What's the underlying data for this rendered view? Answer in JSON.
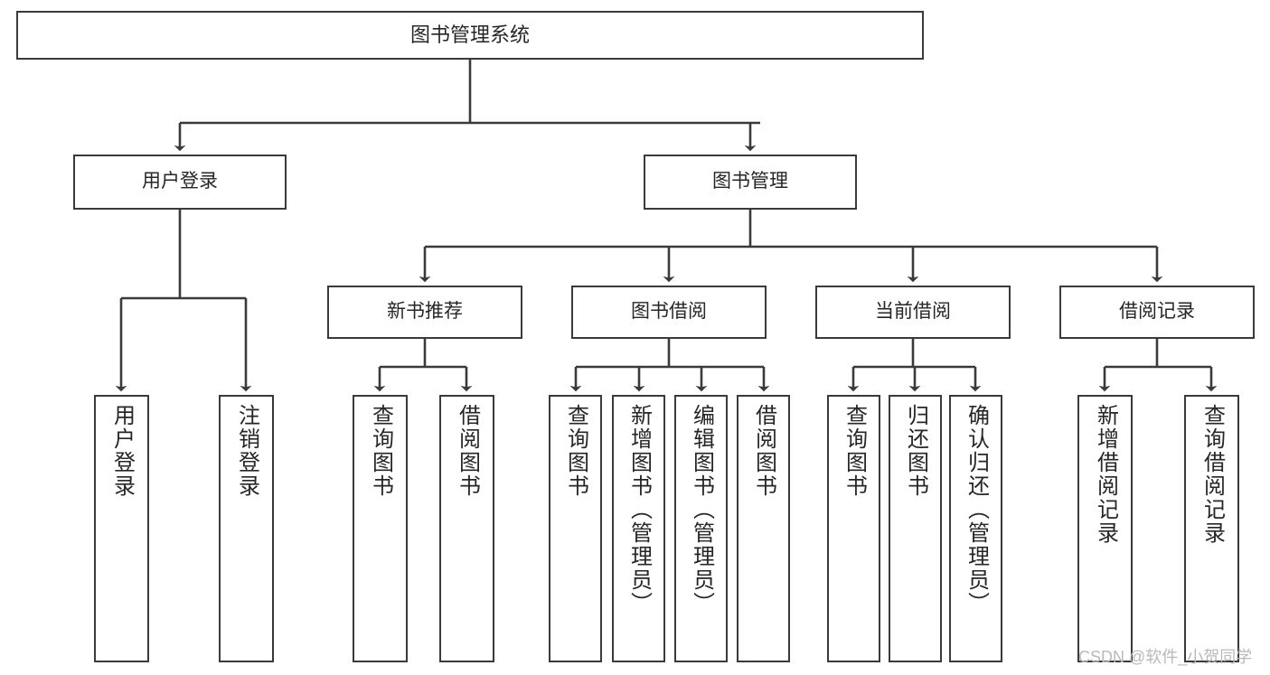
{
  "diagram": {
    "type": "tree-flowchart",
    "title": "图书管理系统",
    "watermark": "CSDN @软件_小贺同学",
    "colors": {
      "box_border": "#3a3a3a",
      "box_fill": "#ffffff",
      "line": "#3a3a3a",
      "text": "#262626",
      "watermark": "#b9b9b9",
      "background": "#ffffff"
    },
    "levels": {
      "root": [
        "图书管理系统"
      ],
      "level2": [
        "用户登录",
        "图书管理"
      ],
      "level3": [
        "新书推荐",
        "图书借阅",
        "当前借阅",
        "借阅记录"
      ],
      "leaves": [
        "用户登录",
        "注销登录",
        "查询图书",
        "借阅图书",
        "查询图书",
        "新增图书（管理员）",
        "编辑图书（管理员）",
        "借阅图书",
        "查询图书",
        "归还图书",
        "确认归还（管理员）",
        "新增借阅记录",
        "查询借阅记录"
      ]
    },
    "nodes": {
      "root": {
        "label": "图书管理系统"
      },
      "user_login": {
        "label": "用户登录"
      },
      "book_manage": {
        "label": "图书管理"
      },
      "new_book_rec": {
        "label": "新书推荐"
      },
      "book_borrow": {
        "label": "图书借阅"
      },
      "current_borrow": {
        "label": "当前借阅"
      },
      "borrow_record": {
        "label": "借阅记录"
      },
      "leaf_user_login": {
        "label": "用户登录"
      },
      "leaf_logout": {
        "label": "注销登录"
      },
      "leaf_query_book_1": {
        "label": "查询图书"
      },
      "leaf_borrow_book_1": {
        "label": "借阅图书"
      },
      "leaf_query_book_2": {
        "label": "查询图书"
      },
      "leaf_add_book_admin": {
        "label": "新增图书（管理员）"
      },
      "leaf_edit_book_admin": {
        "label": "编辑图书（管理员）"
      },
      "leaf_borrow_book_2": {
        "label": "借阅图书"
      },
      "leaf_query_book_3": {
        "label": "查询图书"
      },
      "leaf_return_book": {
        "label": "归还图书"
      },
      "leaf_confirm_return_admin": {
        "label": "确认归还（管理员）"
      },
      "leaf_add_borrow_record": {
        "label": "新增借阅记录"
      },
      "leaf_query_borrow_record": {
        "label": "查询借阅记录"
      }
    },
    "edges": [
      {
        "from": "root",
        "to": "user_login"
      },
      {
        "from": "root",
        "to": "book_manage"
      },
      {
        "from": "user_login",
        "to": "leaf_user_login"
      },
      {
        "from": "user_login",
        "to": "leaf_logout"
      },
      {
        "from": "book_manage",
        "to": "new_book_rec"
      },
      {
        "from": "book_manage",
        "to": "book_borrow"
      },
      {
        "from": "book_manage",
        "to": "current_borrow"
      },
      {
        "from": "book_manage",
        "to": "borrow_record"
      },
      {
        "from": "new_book_rec",
        "to": "leaf_query_book_1"
      },
      {
        "from": "new_book_rec",
        "to": "leaf_borrow_book_1"
      },
      {
        "from": "book_borrow",
        "to": "leaf_query_book_2"
      },
      {
        "from": "book_borrow",
        "to": "leaf_add_book_admin"
      },
      {
        "from": "book_borrow",
        "to": "leaf_edit_book_admin"
      },
      {
        "from": "book_borrow",
        "to": "leaf_borrow_book_2"
      },
      {
        "from": "current_borrow",
        "to": "leaf_query_book_3"
      },
      {
        "from": "current_borrow",
        "to": "leaf_return_book"
      },
      {
        "from": "current_borrow",
        "to": "leaf_confirm_return_admin"
      },
      {
        "from": "borrow_record",
        "to": "leaf_add_borrow_record"
      },
      {
        "from": "borrow_record",
        "to": "leaf_query_borrow_record"
      }
    ]
  }
}
